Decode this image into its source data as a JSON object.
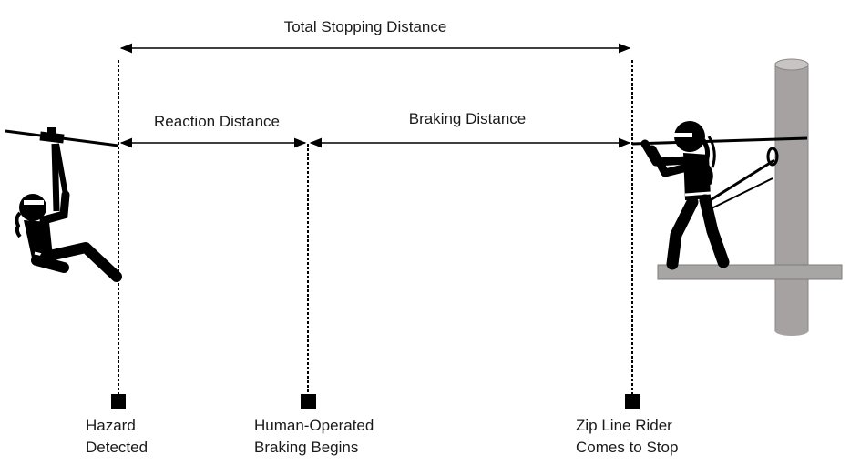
{
  "diagram": {
    "total_label": "Total Stopping Distance",
    "reaction_label": "Reaction Distance",
    "braking_label": "Braking Distance",
    "markers": [
      {
        "line1": "Hazard",
        "line2": "Detected"
      },
      {
        "line1": "Human-Operated",
        "line2": "Braking Begins"
      },
      {
        "line1": "Zip Line Rider",
        "line2": "Comes to Stop"
      }
    ],
    "colors": {
      "line": "#000000",
      "figure": "#000000",
      "pole": "#a6a2a2",
      "pole_top": "#c8c4c4",
      "platform": "#a8a5a5",
      "text": "#1a1a1a"
    },
    "icons": {
      "left_figure": "zip-line-rider-icon",
      "right_figure": "platform-worker-icon",
      "pole": "tree-pole-icon"
    }
  }
}
